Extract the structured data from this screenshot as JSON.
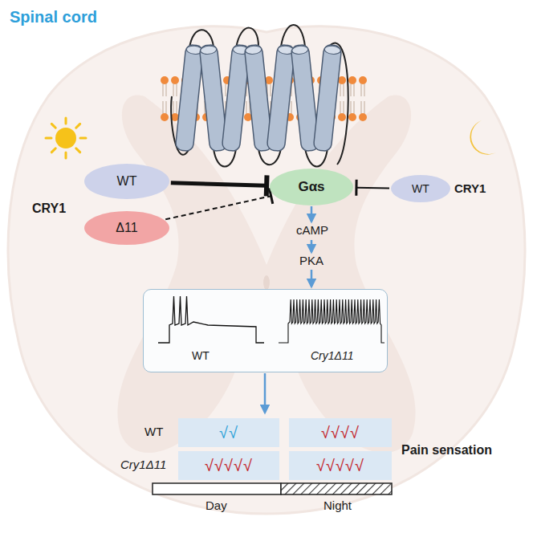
{
  "diagram": {
    "nodes": [
      {
        "text": [
          "WT"
        ]
      },
      {
        "text": [
          "Gαs"
        ]
      },
      {
        "text": [
          "WT"
        ]
      },
      {
        "text": [
          "Δ11"
        ]
      },
      {
        "text": [
          "WT",
          "Cry1Δ11"
        ]
      },
      {
        "text": [
          "√√"
        ]
      },
      {
        "text": [
          "√√√√"
        ]
      },
      {
        "text": [
          "√√√√√"
        ]
      },
      {
        "text": [
          "√√√√√"
        ]
      }
    ],
    "edges": [
      {
        "from": 0,
        "to": 1,
        "arrow": "to"
      },
      {
        "from": 2,
        "to": 1,
        "arrow": "to"
      },
      {
        "from": 3,
        "to": 1,
        "arrow": "to"
      }
    ],
    "labels": [
      "Spinal cord",
      "CRY1",
      "CRY1",
      "cAMP",
      "PKA",
      "WT",
      "Cry1Δ11",
      "Pain sensation",
      "Day",
      "Night"
    ]
  }
}
